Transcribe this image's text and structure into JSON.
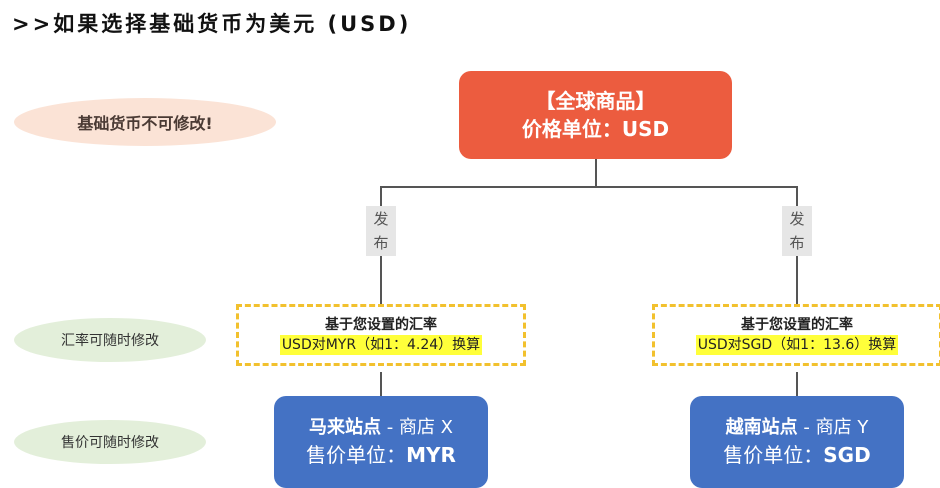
{
  "title": ">>如果选择基础货币为美元 (USD)",
  "notes": {
    "base_currency": "基础货币不可修改!",
    "rate": "汇率可随时修改",
    "price": "售价可随时修改"
  },
  "global_product": {
    "line1": "【全球商品】",
    "line2": "价格单位：USD"
  },
  "publish": {
    "char1": "发",
    "char2": "布"
  },
  "branches": [
    {
      "rate_head": "基于您设置的汇率",
      "rate_line": "USD对MYR（如1：4.24）换算",
      "site_bold": "马来站点",
      "site_rest": " - 商店 X",
      "price_prefix": "售价单位：",
      "price_currency": "MYR"
    },
    {
      "rate_head": "基于您设置的汇率",
      "rate_line": "USD对SGD（如1：13.6）换算",
      "site_bold": "越南站点",
      "site_rest": " - 商店 Y",
      "price_prefix": "售价单位：",
      "price_currency": "SGD"
    }
  ],
  "colors": {
    "top_box": "#ec5c3f",
    "store_box": "#4472c4",
    "dashed_border": "#f2c12e",
    "highlight": "#ffff3a",
    "note_pink": "#fbe3d6",
    "note_green": "#e3efda"
  }
}
